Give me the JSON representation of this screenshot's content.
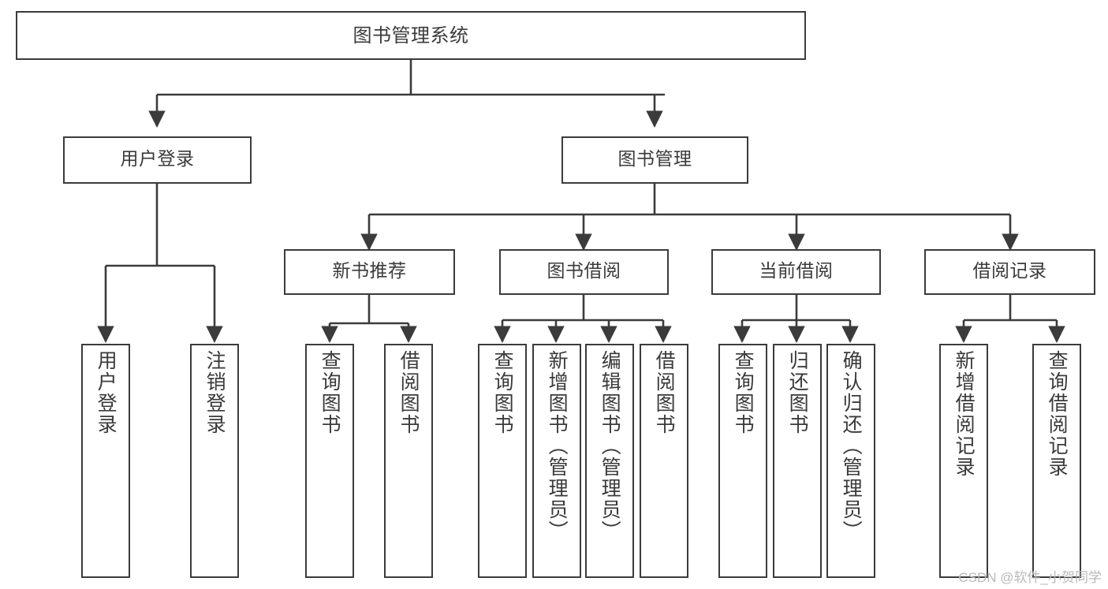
{
  "diagram": {
    "title": "图书管理系统",
    "type": "tree-hierarchy-chart",
    "watermark": "CSDN @软件_小贺同学",
    "colors": {
      "box_border": "#3b3b3b",
      "box_fill": "#ffffff",
      "text": "#3a3a3a",
      "edge": "#3b3b3b",
      "watermark": "#b9b9b9",
      "background": "#ffffff"
    },
    "nodes": {
      "root": {
        "label": "图书管理系统"
      },
      "level1": [
        {
          "id": "user-login",
          "label": "用户登录"
        },
        {
          "id": "book-management",
          "label": "图书管理"
        }
      ],
      "level2": [
        {
          "id": "new-book-recommend",
          "label": "新书推荐"
        },
        {
          "id": "book-borrow",
          "label": "图书借阅"
        },
        {
          "id": "current-borrow",
          "label": "当前借阅"
        },
        {
          "id": "borrow-record",
          "label": "借阅记录"
        }
      ],
      "leaves": {
        "user_login": [
          {
            "id": "leaf-user-login",
            "label": "用户登录"
          },
          {
            "id": "leaf-logout-login",
            "label": "注销登录"
          }
        ],
        "new_book_recommend": [
          {
            "id": "leaf-query-book-1",
            "label": "查询图书"
          },
          {
            "id": "leaf-borrow-book-1",
            "label": "借阅图书"
          }
        ],
        "book_borrow": [
          {
            "id": "leaf-query-book-2",
            "label": "查询图书"
          },
          {
            "id": "leaf-add-book",
            "label": "新增图书（管理员）"
          },
          {
            "id": "leaf-edit-book",
            "label": "编辑图书（管理员）"
          },
          {
            "id": "leaf-borrow-book-2",
            "label": "借阅图书"
          }
        ],
        "current_borrow": [
          {
            "id": "leaf-query-book-3",
            "label": "查询图书"
          },
          {
            "id": "leaf-return-book",
            "label": "归还图书"
          },
          {
            "id": "leaf-confirm-return",
            "label": "确认归还（管理员）"
          }
        ],
        "borrow_record": [
          {
            "id": "leaf-add-borrow-record",
            "label": "新增借阅记录"
          },
          {
            "id": "leaf-query-borrow-record",
            "label": "查询借阅记录"
          }
        ]
      }
    }
  }
}
